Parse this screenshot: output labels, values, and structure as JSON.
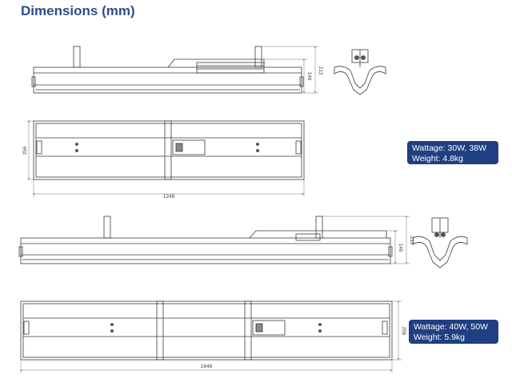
{
  "title": "Dimensions (mm)",
  "small_unit": {
    "side_view": {
      "height_short": "146",
      "height_total": "213"
    },
    "top_view": {
      "width": "256",
      "length": "1248"
    },
    "spec": {
      "wattage": "Wattage: 30W, 38W",
      "weight": "Weight: 4.8kg"
    }
  },
  "large_unit": {
    "side_view": {
      "height_short": "146",
      "height_total": "213"
    },
    "top_view": {
      "width": "256",
      "length": "1646"
    },
    "spec": {
      "wattage": "Wattage: 40W, 50W",
      "weight": "Weight: 5.9kg"
    }
  },
  "colors": {
    "title": "#2f4c8c",
    "spec_box": "#1f3f82",
    "line": "#3a3a3a"
  }
}
